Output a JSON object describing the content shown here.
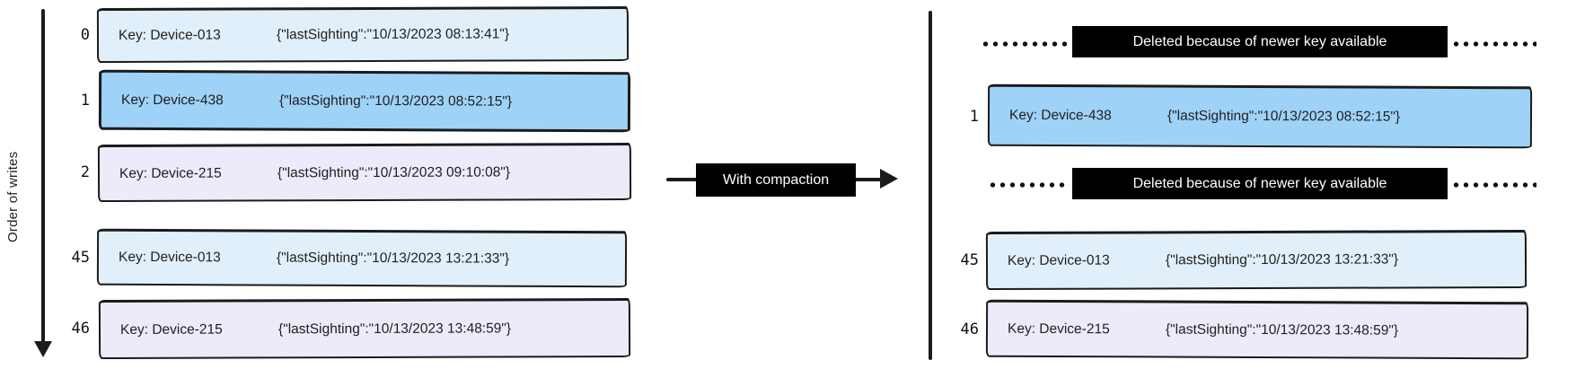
{
  "colors": {
    "light-blue": "#e1effa",
    "medium-blue": "#9fd2f7",
    "lavender": "#edeafa",
    "ink": "#1b1b1b",
    "label-bg": "#000000",
    "label-text": "#ffffff"
  },
  "left_log": {
    "axis_label": "Order of writes",
    "rows": [
      {
        "index": "0",
        "key": "Key: Device-013",
        "value": "{\"lastSighting\":\"10/13/2023 08:13:41\"}",
        "color": "light-blue"
      },
      {
        "index": "1",
        "key": "Key: Device-438",
        "value": "{\"lastSighting\":\"10/13/2023 08:52:15\"}",
        "color": "medium-blue"
      },
      {
        "index": "2",
        "key": "Key: Device-215",
        "value": "{\"lastSighting\":\"10/13/2023 09:10:08\"}",
        "color": "lavender"
      },
      {
        "index": "45",
        "key": "Key: Device-013",
        "value": "{\"lastSighting\":\"10/13/2023 13:21:33\"}",
        "color": "light-blue"
      },
      {
        "index": "46",
        "key": "Key: Device-215",
        "value": "{\"lastSighting\":\"10/13/2023 13:48:59\"}",
        "color": "lavender"
      }
    ]
  },
  "compaction": {
    "label": "With compaction"
  },
  "right_log": {
    "deleted_label": "Deleted because of newer key available",
    "rows": [
      {
        "index": "1",
        "key": "Key: Device-438",
        "value": "{\"lastSighting\":\"10/13/2023 08:52:15\"}",
        "color": "medium-blue"
      },
      {
        "index": "45",
        "key": "Key: Device-013",
        "value": "{\"lastSighting\":\"10/13/2023 13:21:33\"}",
        "color": "light-blue"
      },
      {
        "index": "46",
        "key": "Key: Device-215",
        "value": "{\"lastSighting\":\"10/13/2023 13:48:59\"}",
        "color": "lavender"
      }
    ]
  }
}
